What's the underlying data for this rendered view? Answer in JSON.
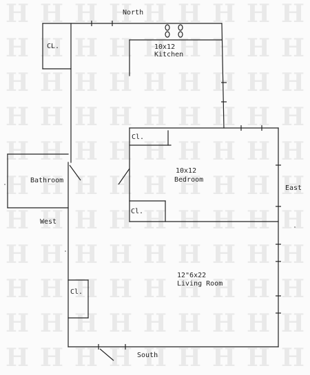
{
  "watermark": {
    "glyph": "H",
    "color": "#e9e9e9"
  },
  "compass": {
    "north": "North",
    "south": "South",
    "east": "East",
    "west": "West"
  },
  "rooms": {
    "kitchen": {
      "size": "10x12",
      "name": "Kitchen"
    },
    "bedroom": {
      "size": "10x12",
      "name": "Bedroom"
    },
    "bathroom": {
      "name": "Bathroom"
    },
    "living_room": {
      "size": "12\"6x22",
      "name": "Living Room"
    }
  },
  "closets": {
    "top_left": "CL.",
    "bedroom_top": "Cl.",
    "bedroom_bottom": "Cl.",
    "living": "Cl."
  }
}
